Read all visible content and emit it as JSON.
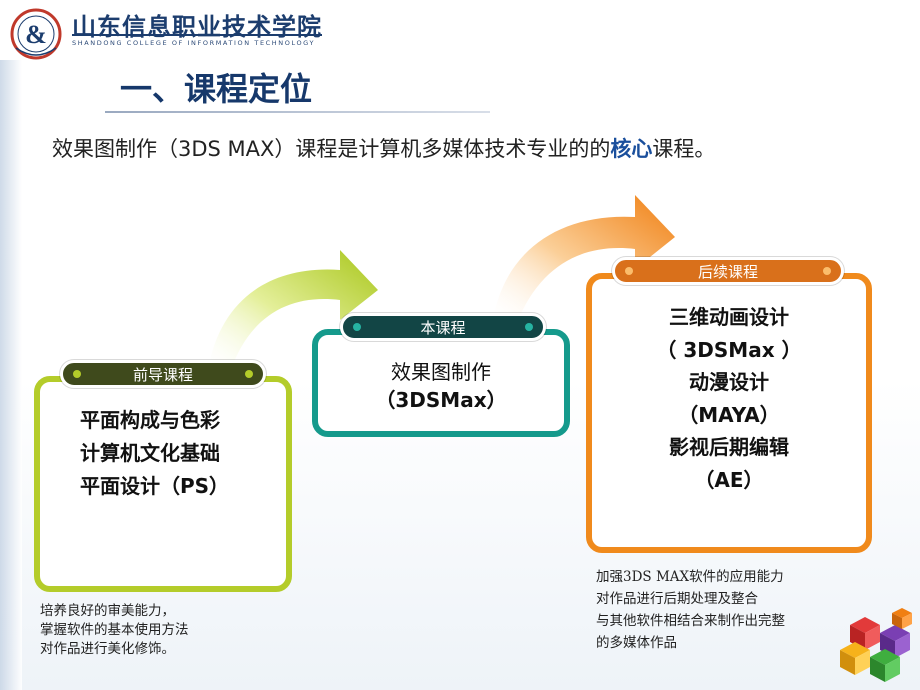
{
  "header": {
    "school_name": "山东信息职业技术学院",
    "school_name_en": "SHANDONG COLLEGE OF INFORMATION TECHNOLOGY"
  },
  "slide": {
    "title": "一、课程定位",
    "intro_prefix": "效果图制作（3DS MAX）课程是计算机多媒体技术专业的的",
    "intro_keyword": "核心",
    "intro_suffix": "课程。"
  },
  "prerequisite": {
    "label": "前导课程",
    "lines": [
      "平面构成与色彩",
      "计算机文化基础",
      "平面设计（PS）"
    ],
    "notes": [
      "培养良好的审美能力，",
      "掌握软件的基本使用方法",
      "对作品进行美化修饰。"
    ]
  },
  "current": {
    "label": "本课程",
    "lines": [
      "效果图制作",
      "（3DSMax）"
    ]
  },
  "followup": {
    "label": "后续课程",
    "lines": [
      "三维动画设计",
      "（ 3DSMax ）",
      "动漫设计",
      "（MAYA）",
      "影视后期编辑",
      "（AE）"
    ],
    "notes": [
      "加强3DS MAX软件的应用能力",
      "对作品进行后期处理及整合",
      "与其他软件相结合来制作出完整",
      "的多媒体作品"
    ]
  },
  "colors": {
    "prerequisite_accent": "#b4cc2a",
    "current_accent": "#159a8c",
    "followup_accent": "#f08a1c",
    "title": "#16386b",
    "keyword": "#1a4f9c"
  },
  "icons": {
    "logo": "c-and-s-logo-icon",
    "arrow_1": "curved-arrow-icon",
    "arrow_2": "curved-arrow-icon",
    "decoration": "cube-puzzle-icon"
  }
}
